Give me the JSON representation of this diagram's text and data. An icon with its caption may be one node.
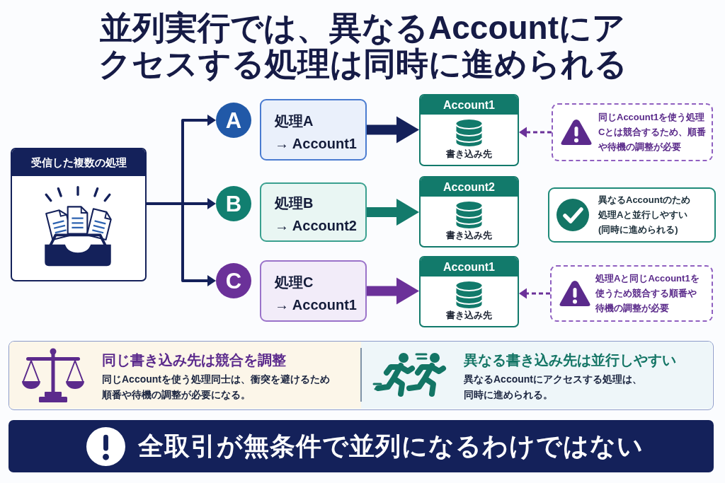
{
  "diagram": {
    "title": "並列実行では、異なるAccountにアクセスする処理は同時に進められる",
    "nodes": [
      {
        "text": [
          "受信した複数の処理"
        ]
      },
      {
        "text": [
          "A"
        ]
      },
      {
        "text": [
          "処理A",
          "→ Account1"
        ]
      },
      {
        "text": [
          "Account1",
          "書き込み先"
        ]
      },
      {
        "text": [
          "同じAccount1を使う処理Cとは競合するため、順番や待機の調整が必要"
        ]
      },
      {
        "text": [
          "B"
        ]
      },
      {
        "text": [
          "処理B",
          "→ Account2"
        ]
      },
      {
        "text": [
          "Account2",
          "書き込み先"
        ]
      },
      {
        "text": [
          "異なるAccountのため処理Aと並行しやすい(同時に進められる)"
        ]
      },
      {
        "text": [
          "C"
        ]
      },
      {
        "text": [
          "処理C",
          "→ Account1"
        ]
      },
      {
        "text": [
          "Account1",
          "書き込み先"
        ]
      },
      {
        "text": [
          "処理Aと同じAccount1を使うため競合する順番や待機の調整が必要"
        ]
      },
      {
        "text": [],
        "shape": "box"
      },
      {
        "text": [
          "同じ書き込み先は競合を調整",
          "同じAccountを使う処理同士は、衝突を避けるため順番や待機の調整が必要になる。"
        ],
        "in": 13
      },
      {
        "text": [
          "異なる書き込み先は並行しやすい",
          "異なるAccountにアクセスする処理は、同時に進められる。"
        ],
        "in": 13
      },
      {
        "text": [
          "全取引が無条件で並列になるわけではない"
        ]
      }
    ],
    "edges": [
      {
        "from": 0,
        "to": 1,
        "arrow": "to"
      },
      {
        "from": 0,
        "to": 5,
        "arrow": "to"
      },
      {
        "from": 0,
        "to": 9,
        "arrow": "to"
      },
      {
        "from": 2,
        "to": 3,
        "arrow": "to",
        "style": "thick"
      },
      {
        "from": 6,
        "to": 7,
        "arrow": "to",
        "style": "thick",
        "color": "#137a6b"
      },
      {
        "from": 10,
        "to": 11,
        "arrow": "to",
        "style": "thick",
        "color": "#6b3199"
      },
      {
        "from": 4,
        "to": 3,
        "arrow": "to",
        "style": "dashed",
        "color": "#6b3199"
      },
      {
        "from": 12,
        "to": 11,
        "arrow": "to",
        "style": "dashed",
        "color": "#6b3199"
      }
    ]
  }
}
